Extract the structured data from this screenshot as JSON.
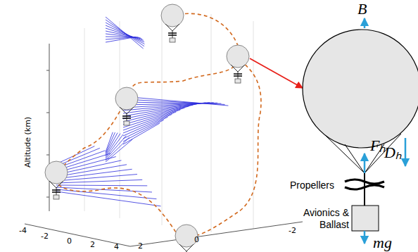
{
  "diagram": {
    "labels": [
      "Altitude (km)",
      "-4",
      "-2",
      "0",
      "2",
      "4",
      "2",
      "0",
      "-2",
      "B",
      "Fₕ",
      "Dₕ",
      "Propellers",
      "Avionics & Ballast",
      "mg"
    ]
  }
}
